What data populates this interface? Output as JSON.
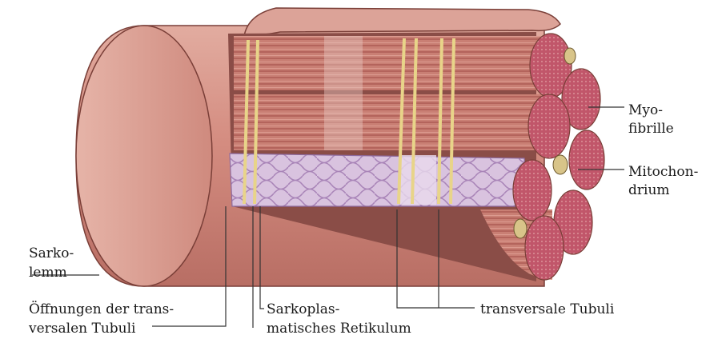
{
  "diagram": {
    "labels": {
      "myofibrille": [
        "Myo-",
        "fibrille"
      ],
      "mitochondrium": [
        "Mitochon-",
        "drium"
      ],
      "sarkolemm": [
        "Sarko-",
        "lemm"
      ],
      "oeffnungen": [
        "Öffnungen der trans-",
        "versalen Tubuli"
      ],
      "sarkoplasmatisches": [
        "Sarkoplas-",
        "matisches Retikulum"
      ],
      "transversale": "transversale Tubuli"
    },
    "colors": {
      "sarcolemma": "#d89a8e",
      "myofibril": "#c77b72",
      "fibril_end": "#b85a66",
      "tubule": "#e8d489",
      "reticulum": "#cdb7d6",
      "leader": "#333333"
    }
  }
}
